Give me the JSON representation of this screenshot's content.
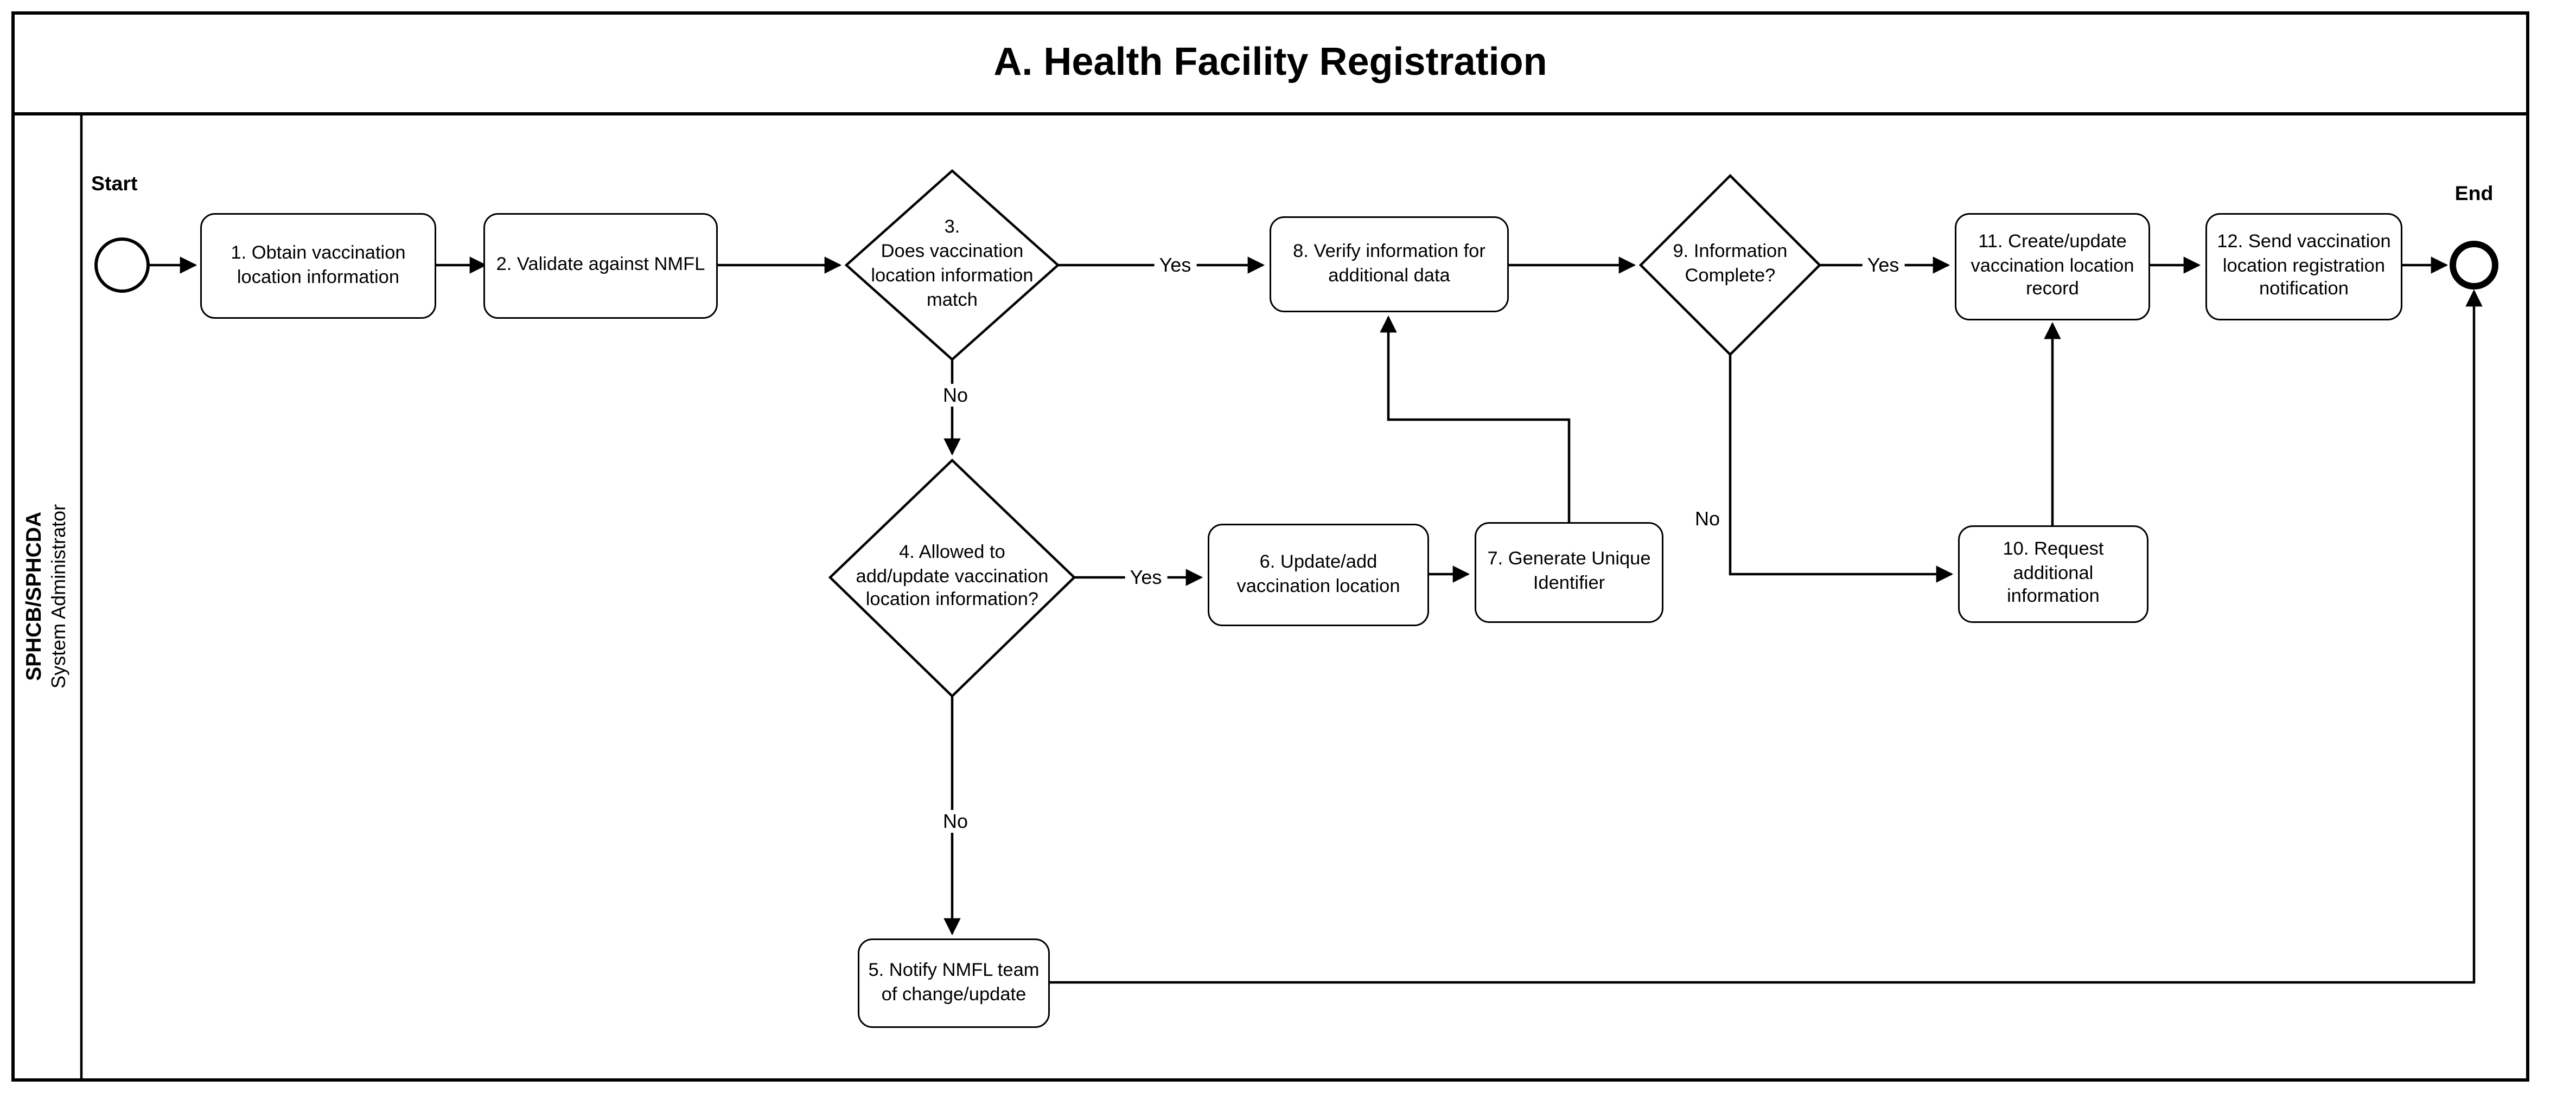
{
  "title": "A. Health Facility Registration",
  "lane": {
    "role": "SPHCB/SPHCDA",
    "subtitle": "System Administrator"
  },
  "events": {
    "start": "Start",
    "end": "End"
  },
  "nodes": {
    "n1": "1. Obtain vaccination\nlocation information",
    "n2": "2. Validate against NMFL",
    "d3": "3.\nDoes vaccination\nlocation information\nmatch",
    "d4": "4. Allowed to\nadd/update vaccination\nlocation information?",
    "n5": "5. Notify NMFL team\nof change/update",
    "n6": "6. Update/add\nvaccination location",
    "n7": "7. Generate Unique\nIdentifier",
    "n8": "8. Verify information for\nadditional data",
    "d9": "9. Information\nComplete?",
    "n10": "10. Request additional\ninformation",
    "n11": "11. Create/update\nvaccination location\nrecord",
    "n12": "12. Send vaccination\nlocation registration\nnotification"
  },
  "edge_labels": {
    "d3_yes": "Yes",
    "d3_no": "No",
    "d4_yes": "Yes",
    "d4_no": "No",
    "d9_yes": "Yes",
    "d9_no": "No"
  },
  "colors": {
    "stroke": "#000000",
    "fill": "#ffffff"
  }
}
